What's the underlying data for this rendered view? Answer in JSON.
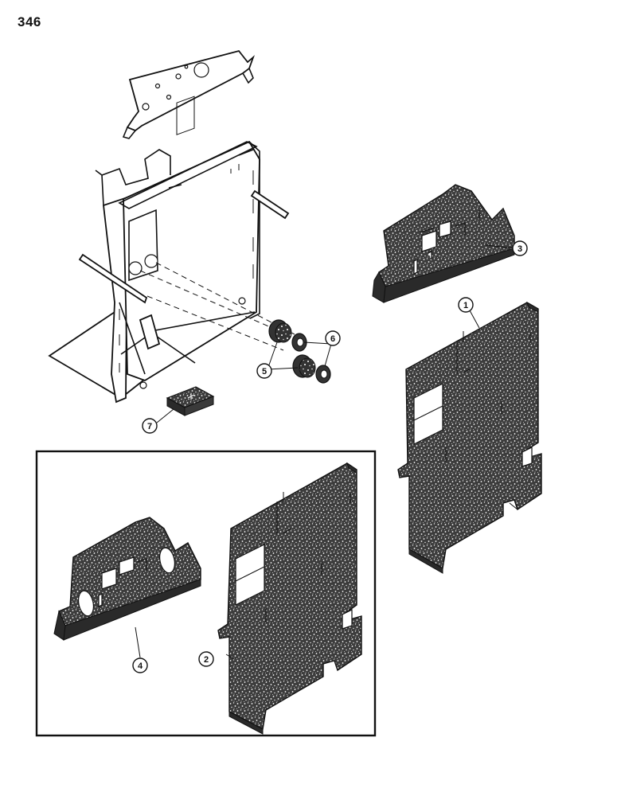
{
  "page": {
    "number": "346"
  },
  "callouts": [
    {
      "id": "1",
      "label": "1"
    },
    {
      "id": "2",
      "label": "2"
    },
    {
      "id": "3",
      "label": "3"
    },
    {
      "id": "4",
      "label": "4"
    },
    {
      "id": "5",
      "label": "5"
    },
    {
      "id": "6",
      "label": "6"
    },
    {
      "id": "7",
      "label": "7"
    }
  ],
  "colors": {
    "ink": "#111111",
    "paper": "#ffffff",
    "insulation": "#3a3a3a"
  }
}
